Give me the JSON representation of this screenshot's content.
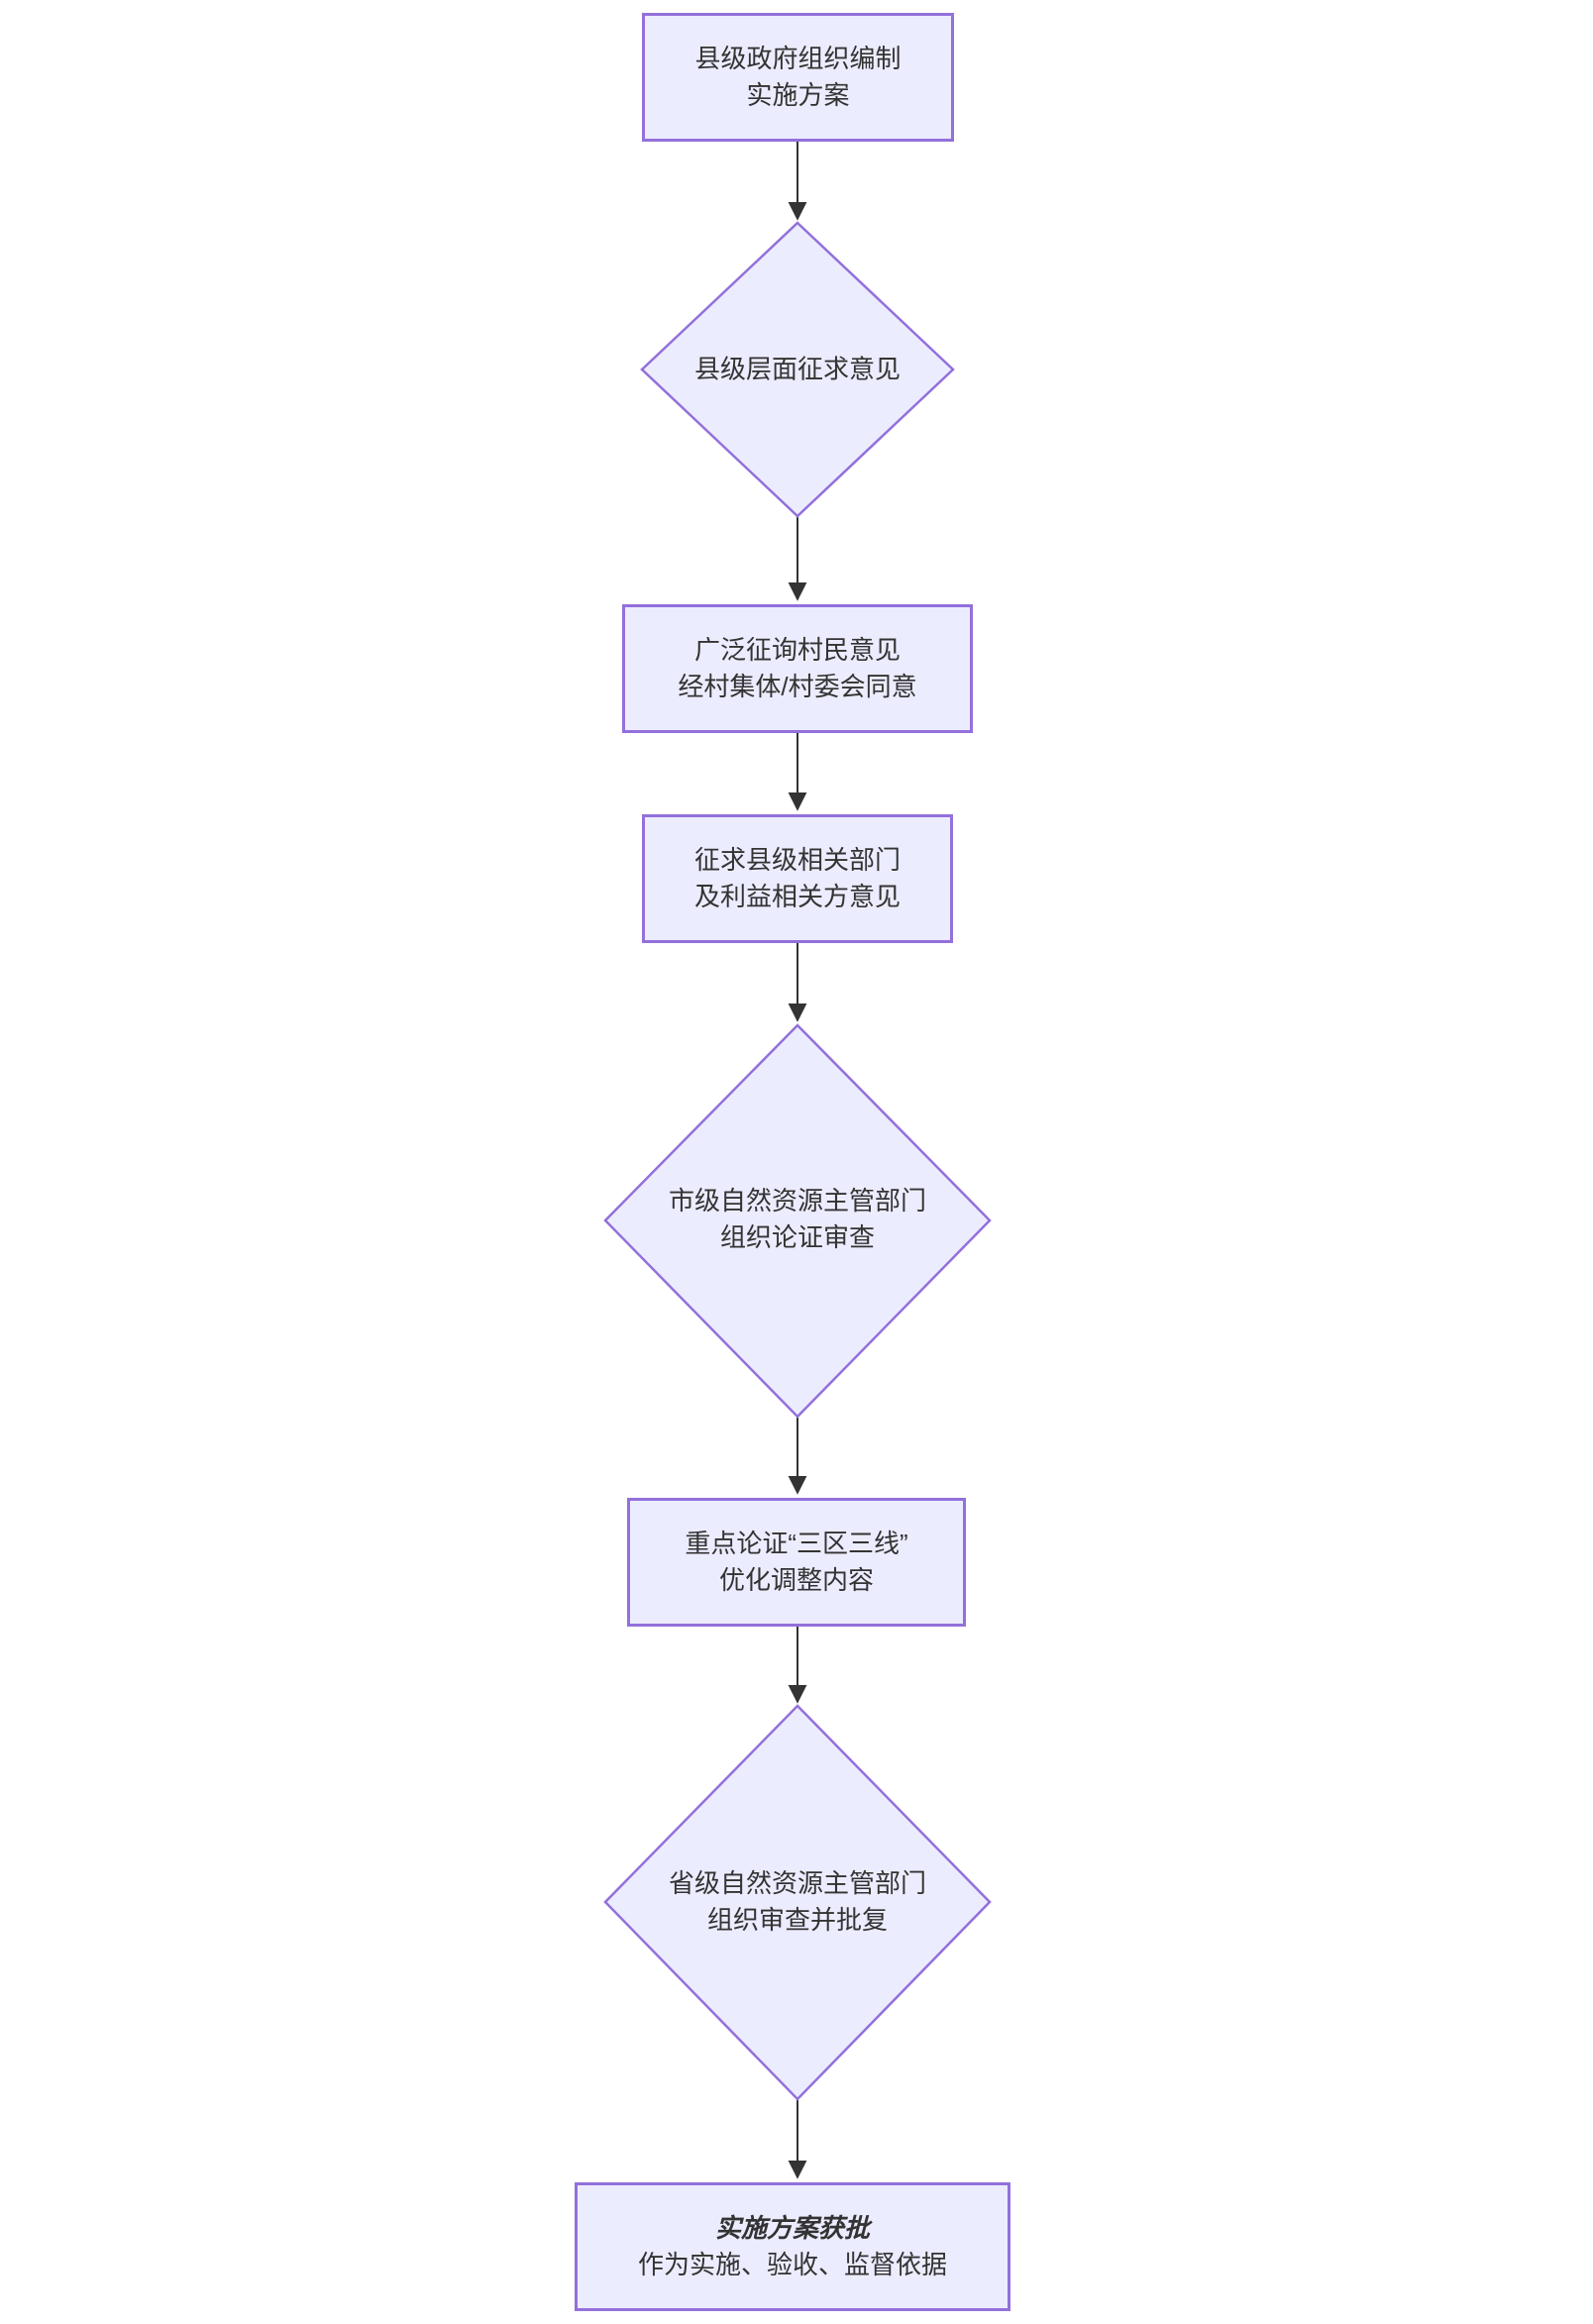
{
  "diagram": {
    "type": "flowchart",
    "direction": "top-down",
    "colors": {
      "node_fill": "#ECECFF",
      "node_border": "#9370DB",
      "arrow": "#333333",
      "text": "#333333",
      "background": "#ffffff"
    },
    "nodes": [
      {
        "id": "county-gov-plan",
        "shape": "rect",
        "lines": [
          "县级政府组织编制",
          "实施方案"
        ]
      },
      {
        "id": "county-level-consult",
        "shape": "diamond",
        "lines": [
          "县级层面征求意见"
        ]
      },
      {
        "id": "villager-consult",
        "shape": "rect",
        "lines": [
          "广泛征询村民意见",
          "经村集体/村委会同意"
        ]
      },
      {
        "id": "county-departments",
        "shape": "rect",
        "lines": [
          "征求县级相关部门",
          "及利益相关方意见"
        ]
      },
      {
        "id": "city-review",
        "shape": "diamond",
        "lines": [
          "市级自然资源主管部门",
          "组织论证审查"
        ]
      },
      {
        "id": "three-zones-review",
        "shape": "rect",
        "lines": [
          "重点论证“三区三线”",
          "优化调整内容"
        ]
      },
      {
        "id": "province-approval",
        "shape": "diamond",
        "lines": [
          "省级自然资源主管部门",
          "组织审查并批复"
        ]
      },
      {
        "id": "plan-approved",
        "shape": "rect",
        "lines": [
          "实施方案获批",
          "作为实施、验收、监督依据"
        ],
        "emphasis_line": 0
      }
    ],
    "edges": [
      {
        "from": "county-gov-plan",
        "to": "county-level-consult"
      },
      {
        "from": "county-level-consult",
        "to": "villager-consult"
      },
      {
        "from": "villager-consult",
        "to": "county-departments"
      },
      {
        "from": "county-departments",
        "to": "city-review"
      },
      {
        "from": "city-review",
        "to": "three-zones-review"
      },
      {
        "from": "three-zones-review",
        "to": "province-approval"
      },
      {
        "from": "province-approval",
        "to": "plan-approved"
      }
    ]
  }
}
